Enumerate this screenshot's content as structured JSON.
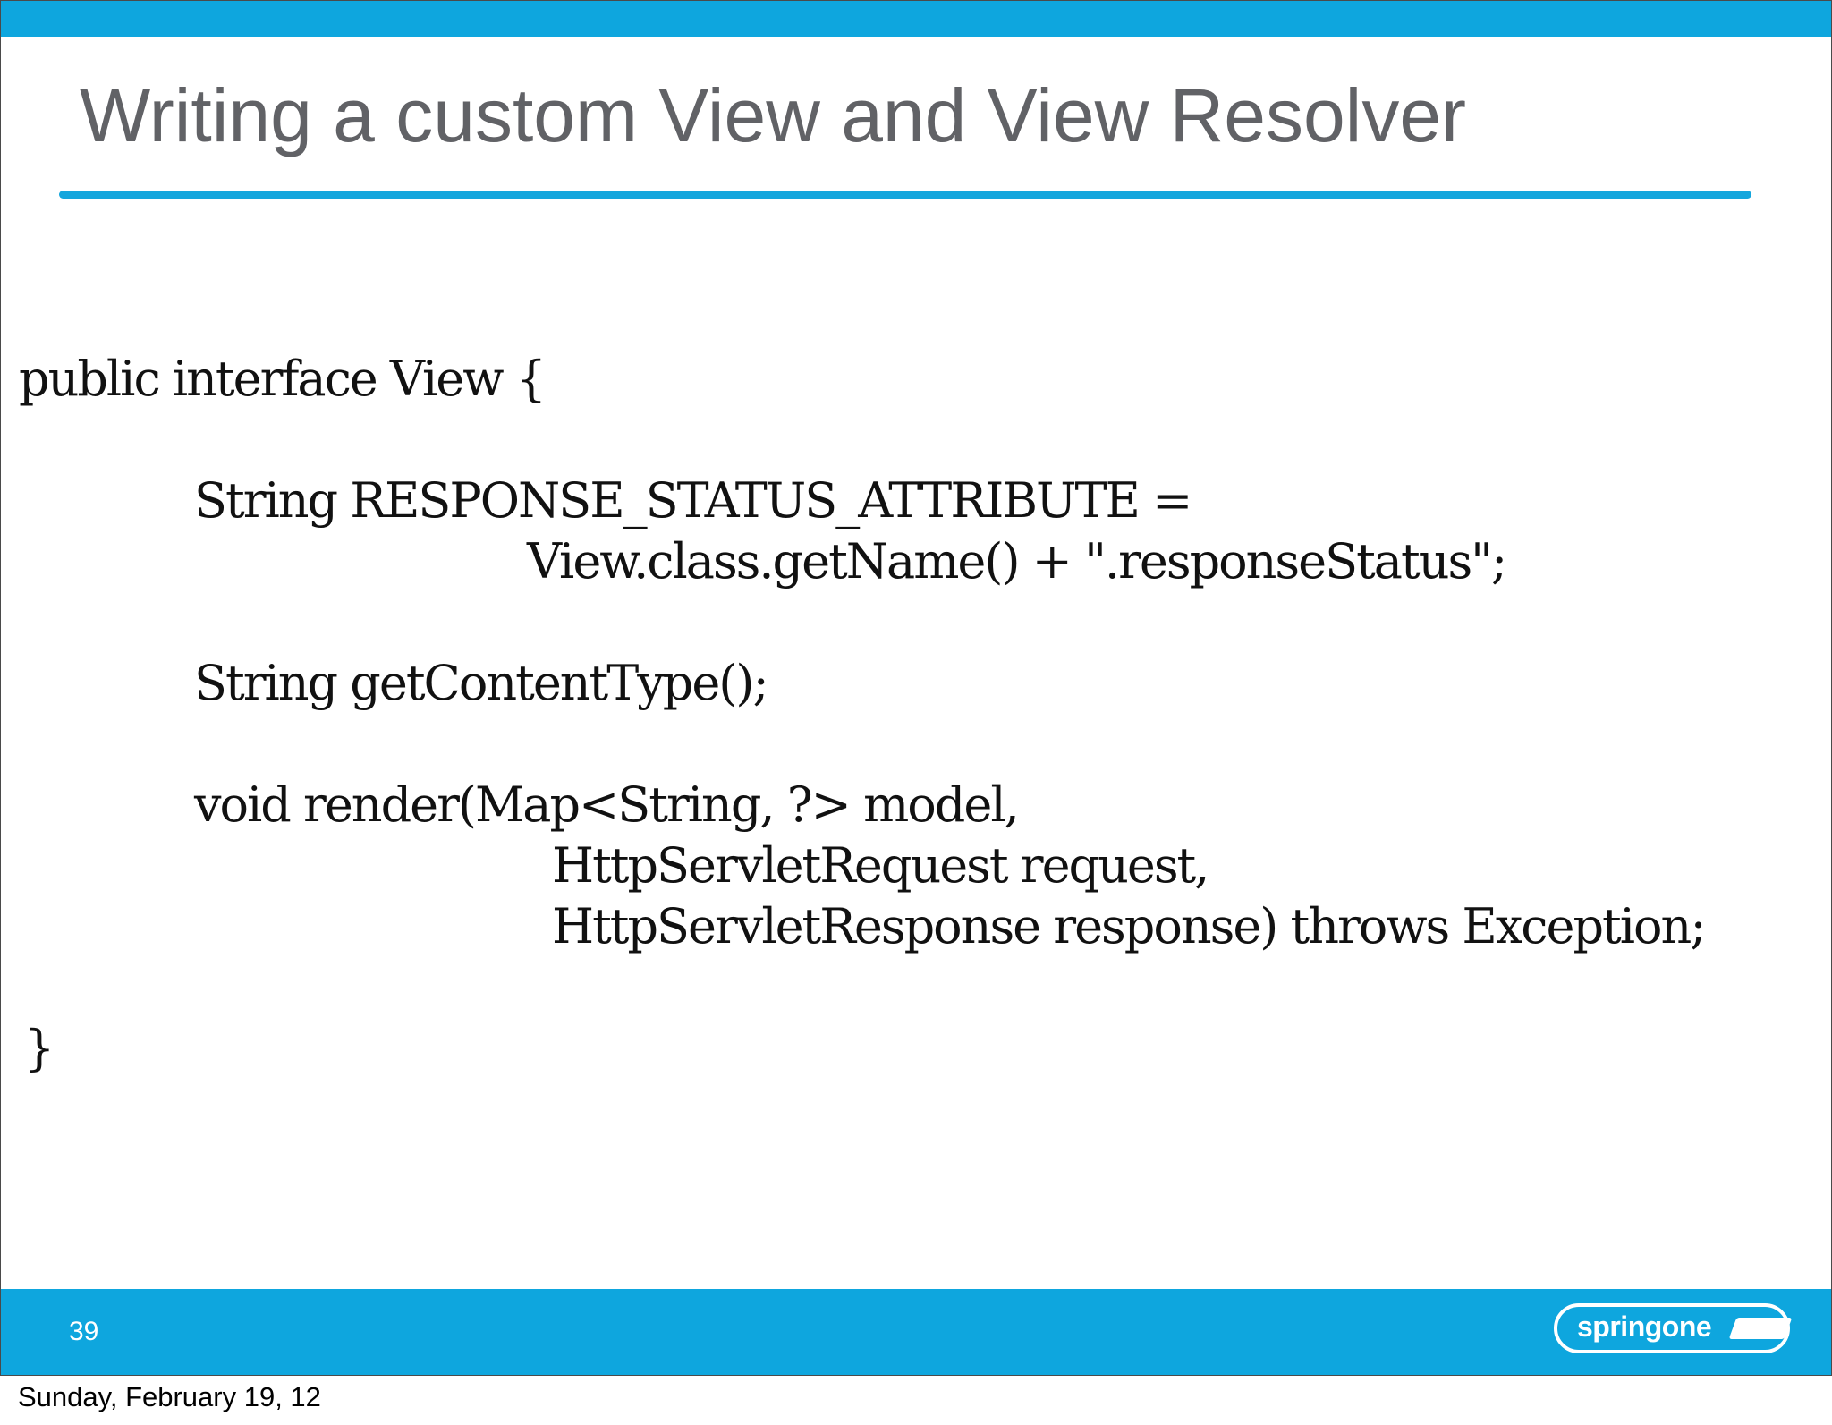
{
  "slide": {
    "title": "Writing a custom View and View Resolver",
    "code_lines": [
      "public interface View {",
      "String RESPONSE_STATUS_ATTRIBUTE =",
      "View.class.getName() + \".responseStatus\";",
      "String getContentType();",
      "void render(Map<String, ?> model,",
      "HttpServletRequest request,",
      "HttpServletResponse response) throws Exception;",
      "}"
    ],
    "page_number": "39",
    "logo_text": "springone"
  },
  "footer": {
    "date": "Sunday, February 19, 12"
  },
  "colors": {
    "accent": "#0ea6de",
    "title_text": "#616266",
    "body_text": "#111111"
  }
}
